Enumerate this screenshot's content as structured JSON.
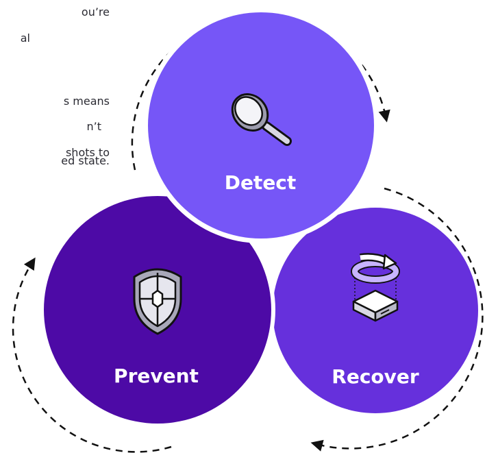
{
  "intro_text_fragments": [
    "ou’re",
    "al",
    "s means",
    "n’t",
    "shots to",
    "ed state."
  ],
  "cycle": {
    "detect": {
      "label": "Detect",
      "icon": "magnifier-icon",
      "color": "#7656f7"
    },
    "prevent": {
      "label": "Prevent",
      "icon": "shield-icon",
      "color": "#4d0aa6"
    },
    "recover": {
      "label": "Recover",
      "icon": "restore-server-icon",
      "color": "#6630dc"
    }
  }
}
